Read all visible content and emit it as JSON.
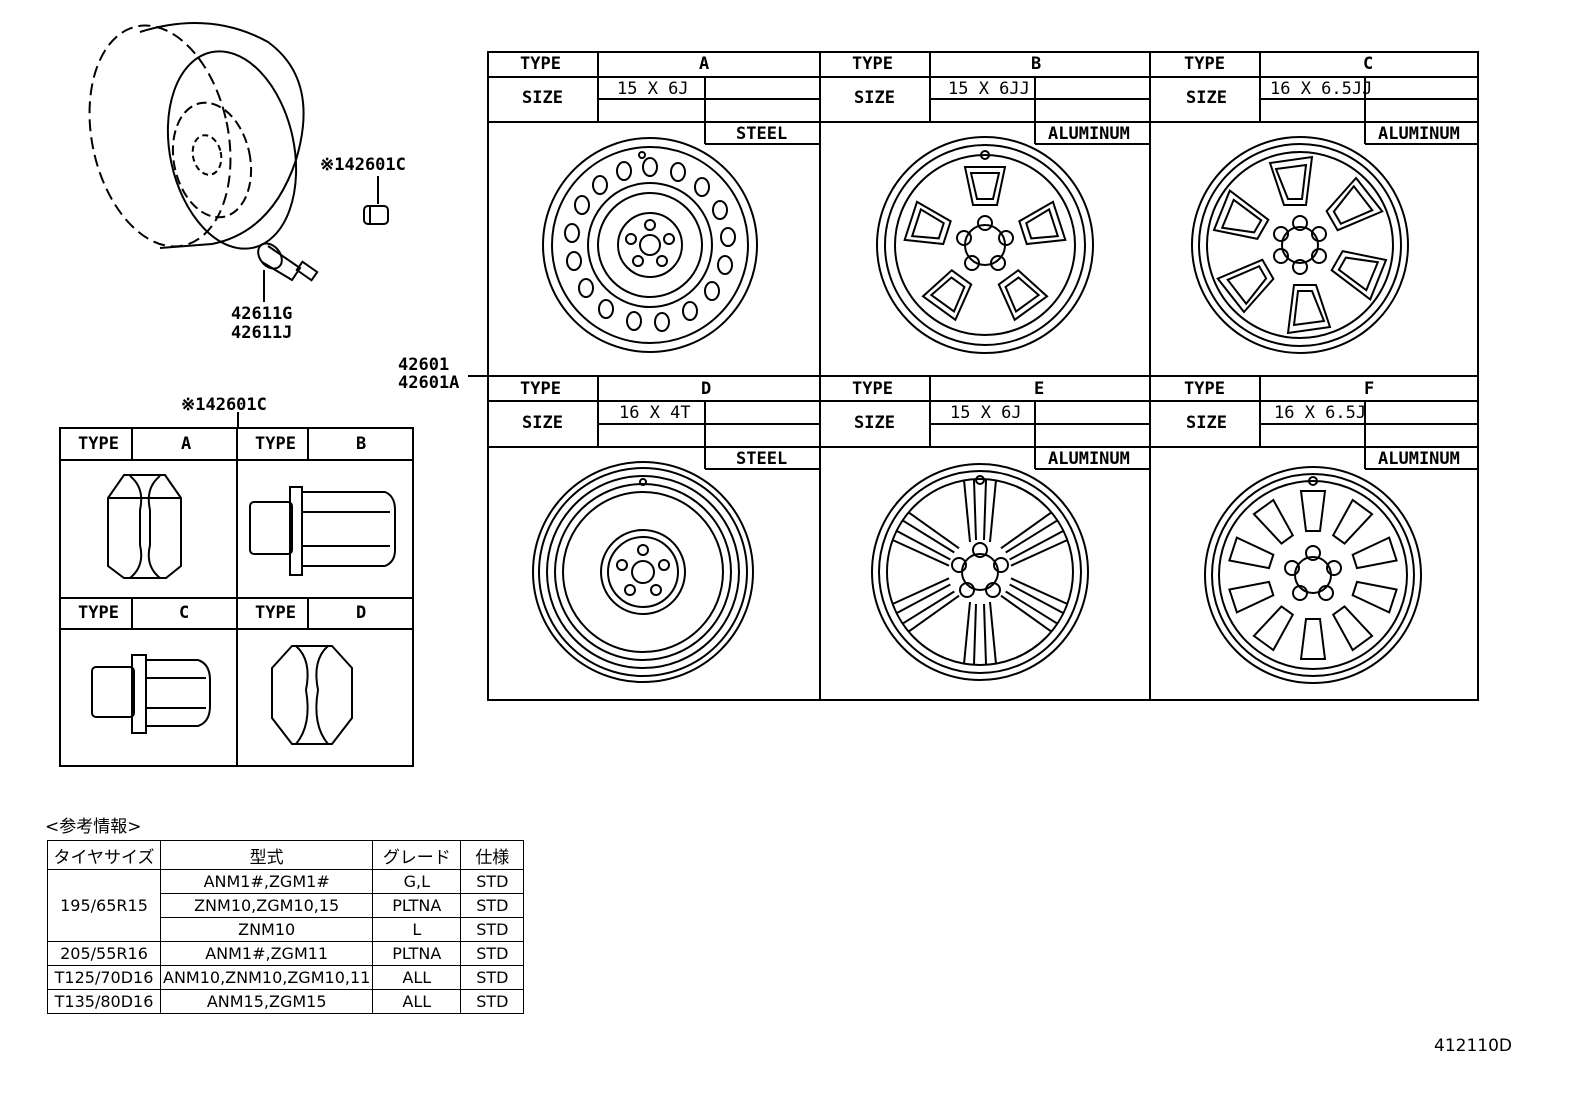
{
  "parts": {
    "hub_cap_callout": "※142601C",
    "valve_1": "42611G",
    "valve_2": "42611J",
    "wheel_1": "42601",
    "wheel_2": "42601A",
    "nut_table_title": "※142601C"
  },
  "wheel_table": {
    "type_label": "TYPE",
    "size_label": "SIZE",
    "wheels": [
      {
        "type": "A",
        "size": "15 X 6J",
        "material": "STEEL"
      },
      {
        "type": "B",
        "size": "15 X 6JJ",
        "material": "ALUMINUM"
      },
      {
        "type": "C",
        "size": "16 X 6.5JJ",
        "material": "ALUMINUM"
      },
      {
        "type": "D",
        "size": "16 X 4T",
        "material": "STEEL"
      },
      {
        "type": "E",
        "size": "15 X 6J",
        "material": "ALUMINUM"
      },
      {
        "type": "F",
        "size": "16 X 6.5J",
        "material": "ALUMINUM"
      }
    ]
  },
  "nut_table": {
    "type_label": "TYPE",
    "nuts": [
      "A",
      "B",
      "C",
      "D"
    ]
  },
  "reference": {
    "title": "<参考情報>",
    "headers": [
      "タイヤサイズ",
      "型式",
      "グレード",
      "仕様"
    ],
    "rows": [
      {
        "tire": "195/65R15",
        "model": "ANM1#,ZGM1#",
        "grade": "G,L",
        "spec": "STD"
      },
      {
        "tire": "",
        "model": "ZNM10,ZGM10,15",
        "grade": "PLTNA",
        "spec": "STD"
      },
      {
        "tire": "",
        "model": "ZNM10",
        "grade": "L",
        "spec": "STD"
      },
      {
        "tire": "205/55R16",
        "model": "ANM1#,ZGM11",
        "grade": "PLTNA",
        "spec": "STD"
      },
      {
        "tire": "T125/70D16",
        "model": "ANM10,ZNM10,ZGM10,11",
        "grade": "ALL",
        "spec": "STD"
      },
      {
        "tire": "T135/80D16",
        "model": "ANM15,ZGM15",
        "grade": "ALL",
        "spec": "STD"
      }
    ]
  },
  "diagram_id": "412110D"
}
